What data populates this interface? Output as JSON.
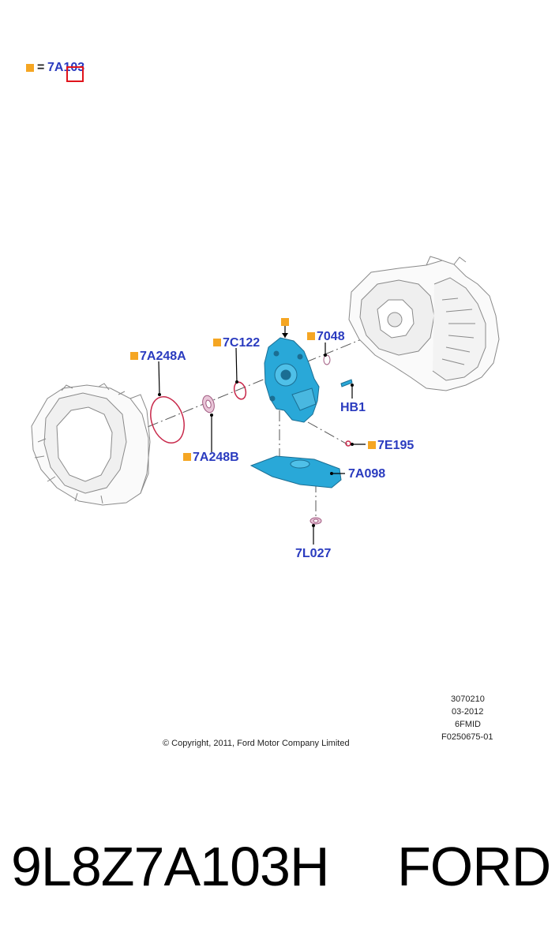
{
  "legend": {
    "equals": "=",
    "part": "7A103"
  },
  "callouts": {
    "main": "",
    "c7048": "7048",
    "c7C122": "7C122",
    "c7A248A": "7A248A",
    "c7A248B": "7A248B",
    "cHB1": "HB1",
    "c7E195": "7E195",
    "c7A098": "7A098",
    "c7L027": "7L027"
  },
  "meta": {
    "code": "3070210",
    "date": "03-2012",
    "model": "6FMID",
    "figure": "F0250675-01",
    "copyright": "© Copyright, 2011, Ford Motor Company Limited"
  },
  "footer": {
    "part_number": "9L8Z7A103H",
    "brand": "FORD"
  },
  "colors": {
    "label_blue": "#2a3bbf",
    "marker_orange": "#f5a623",
    "part_cyan": "#29a8d8",
    "seal_red": "#c8284a",
    "highlight_red": "#e0141c"
  }
}
